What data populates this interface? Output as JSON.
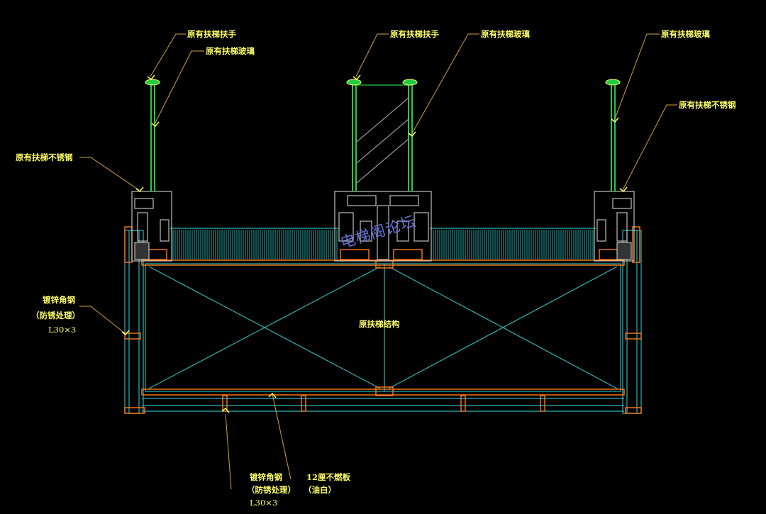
{
  "labels": {
    "handrail_1": "原有扶梯扶手",
    "glass_1": "原有扶梯玻璃",
    "handrail_2": "原有扶梯扶手",
    "glass_2": "原有扶梯玻璃",
    "glass_3": "原有扶梯玻璃",
    "stainless_left": "原有扶梯不锈钢",
    "stainless_right": "原有扶梯不锈钢",
    "structure": "原扶梯结构",
    "angle_left_1": "镀锌角钢",
    "angle_left_2": "（防锈处理）",
    "angle_left_3": "L30×3",
    "angle_bottom_1": "镀锌角钢",
    "angle_bottom_2": "（防锈处理）",
    "angle_bottom_3": "L30×3",
    "board_1": "12厘不燃板",
    "board_2": "（油白）"
  },
  "watermark": "电梯阁论坛",
  "colors": {
    "background": "#000000",
    "label": "#ffff66",
    "leader": "#d6a23a",
    "glass": "#22cc44",
    "structure": "#2fb5b5",
    "steel": "#ff7a1a",
    "hatch": "#2aa6a6",
    "watermark": "#6a7be0"
  }
}
